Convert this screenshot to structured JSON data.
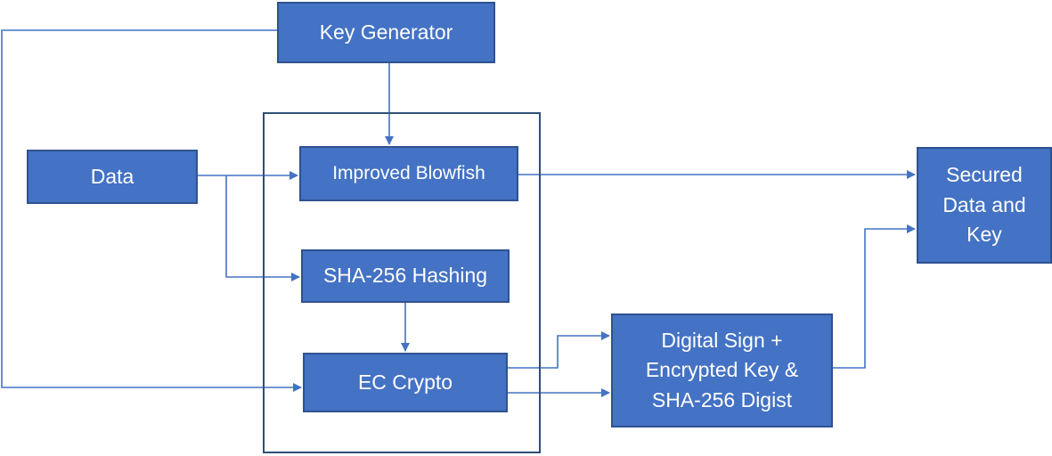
{
  "diagram": {
    "nodes": {
      "key_generator": "Key Generator",
      "data": "Data",
      "improved_blowfish": "Improved Blowfish",
      "sha256_hashing": "SHA-256 Hashing",
      "ec_crypto": "EC Crypto",
      "digital_sign": "Digital Sign +\nEncrypted Key &\nSHA-256 Digist",
      "secured": "Secured\nData and\nKey"
    },
    "edges": [
      {
        "from": "key_generator",
        "to": "improved_blowfish"
      },
      {
        "from": "key_generator",
        "to": "ec_crypto"
      },
      {
        "from": "data",
        "to": "improved_blowfish"
      },
      {
        "from": "data",
        "to": "sha256_hashing"
      },
      {
        "from": "sha256_hashing",
        "to": "ec_crypto"
      },
      {
        "from": "ec_crypto",
        "to": "digital_sign"
      },
      {
        "from": "ec_crypto",
        "to": "digital_sign"
      },
      {
        "from": "improved_blowfish",
        "to": "secured"
      },
      {
        "from": "digital_sign",
        "to": "secured"
      }
    ],
    "colors": {
      "node_fill": "#4472c4",
      "node_border": "#2f528f",
      "node_text": "#ffffff",
      "edge": "#4472c4",
      "group_border": "#2f4f75"
    }
  }
}
